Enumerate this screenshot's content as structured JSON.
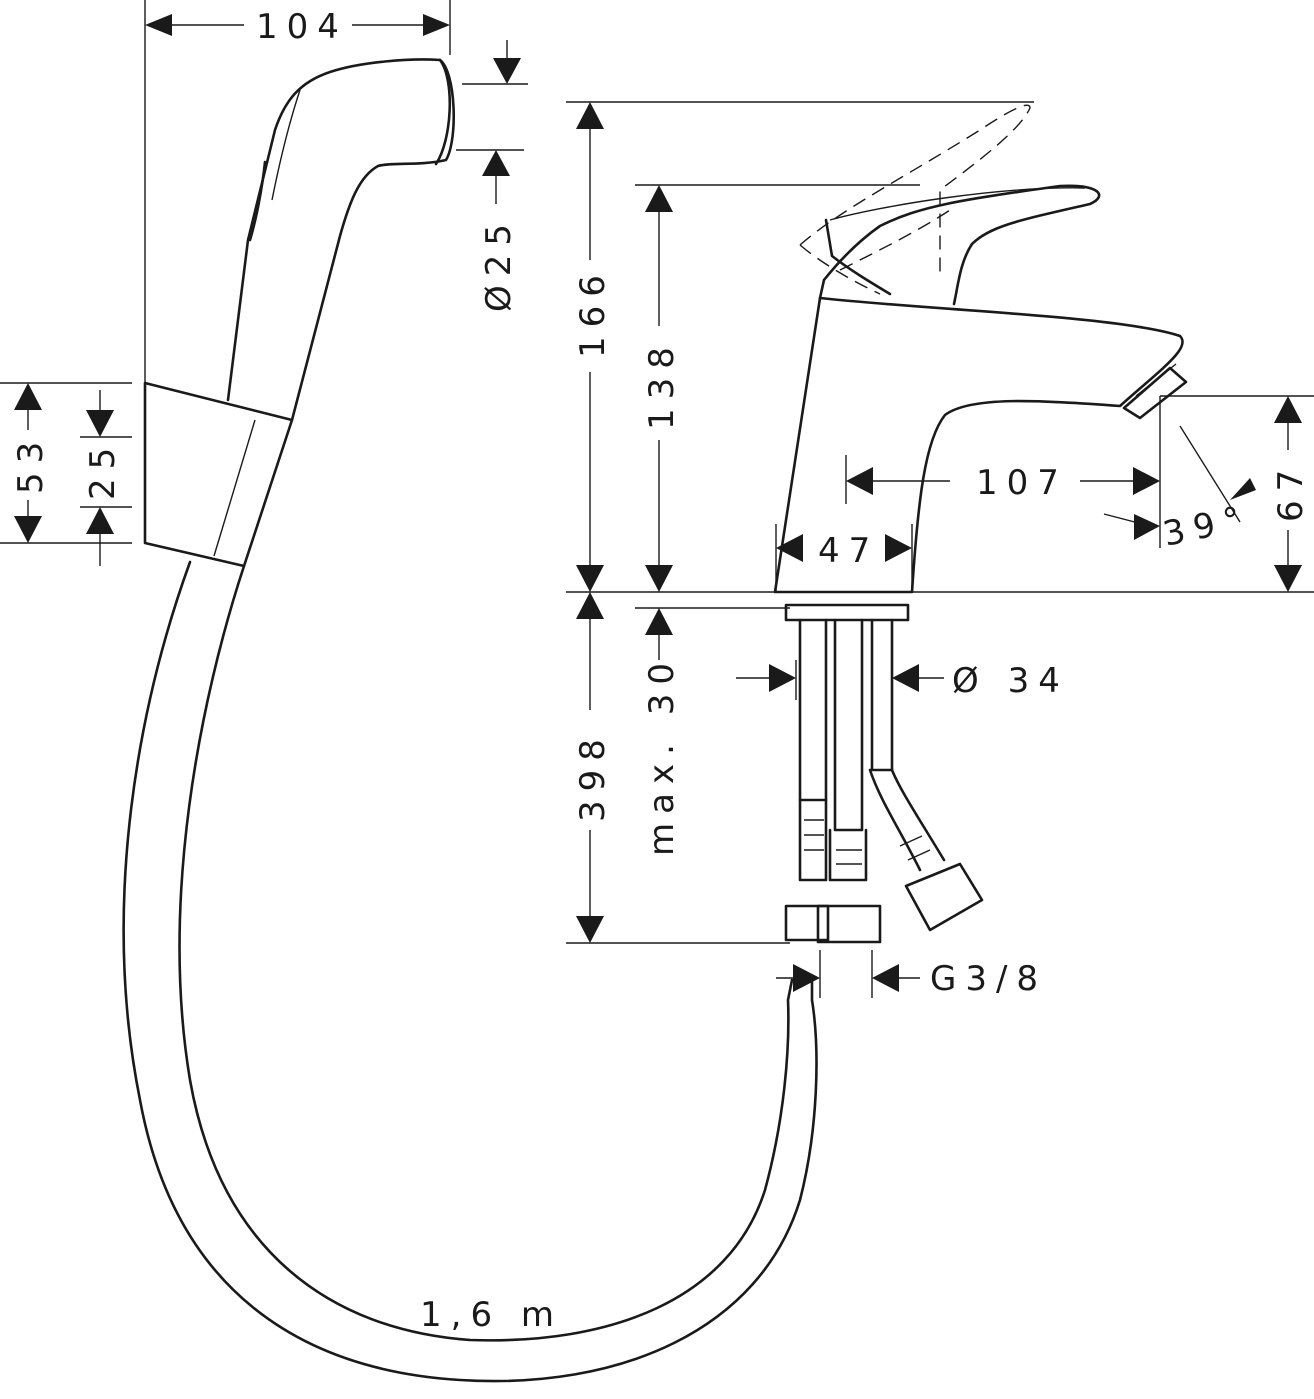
{
  "dimensions": {
    "shower_width": "104",
    "shower_diameter": "Ø25",
    "holder_height": "53",
    "holder_inner": "25",
    "overall_height": "166",
    "spout_height": "138",
    "spout_reach": "107",
    "body_width": "47",
    "outlet_height": "67",
    "spray_angle": "39°",
    "hose_length_below": "398",
    "max_thickness": "max. 30",
    "shank_diameter": "Ø 34",
    "connection_thread": "G3/8",
    "hose_length": "1,6 m"
  }
}
